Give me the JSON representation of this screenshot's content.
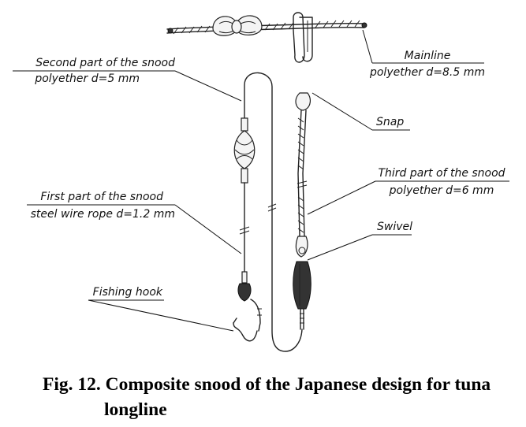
{
  "labels": {
    "mainline_name": "Mainline",
    "mainline_spec": "polyether d=8.5 mm",
    "second_name": "Second part of the snood",
    "second_spec": "polyether d=5 mm",
    "snap": "Snap",
    "third_name": "Third part of the snood",
    "third_spec": "polyether d=6 mm",
    "first_name": "First part of the snood",
    "first_spec": "steel wire rope d=1.2 mm",
    "swivel": "Swivel",
    "hook": "Fishing hook"
  },
  "caption": {
    "line1": "Fig. 12. Composite snood of the Japanese design for tuna",
    "line2": "longline"
  }
}
